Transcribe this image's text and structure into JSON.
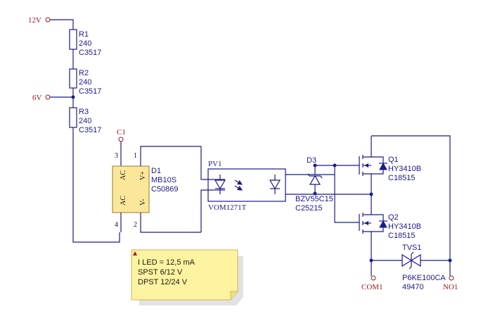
{
  "nets": {
    "v12": "12V",
    "v6": "6V",
    "c1": "C1",
    "com1": "COM1",
    "no1": "NO1"
  },
  "resistors": [
    {
      "ref": "R1",
      "value": "240",
      "part": "C3517"
    },
    {
      "ref": "R2",
      "value": "240",
      "part": "C3517"
    },
    {
      "ref": "R3",
      "value": "240",
      "part": "C3517"
    }
  ],
  "bridge": {
    "ref": "D1",
    "value": "MB10S",
    "part": "C50869",
    "pins": [
      "3",
      "4",
      "1",
      "2"
    ],
    "labels": [
      "AC",
      "AC",
      "V+",
      "V-"
    ]
  },
  "optocoupler": {
    "ref": "PV1",
    "value": "VOM1271T"
  },
  "zener": {
    "ref": "D3",
    "value": "BZV55C15",
    "part": "C25215"
  },
  "mosfets": [
    {
      "ref": "Q1",
      "value": "HY3410B",
      "part": "C18515"
    },
    {
      "ref": "Q2",
      "value": "HY3410B",
      "part": "C18515"
    }
  ],
  "tvs": {
    "ref": "TVS1",
    "value": "P6KE100CA",
    "part": "49470"
  },
  "note": {
    "lines": [
      "I LED = 12,5 mA",
      "SPST 6/12 V",
      "DPST 12/24 V"
    ]
  },
  "colors": {
    "wire": "#1a1a8c",
    "net": "#a01818",
    "ic_fill": "#fbe79a",
    "note_fill": "#fdf3a0"
  }
}
